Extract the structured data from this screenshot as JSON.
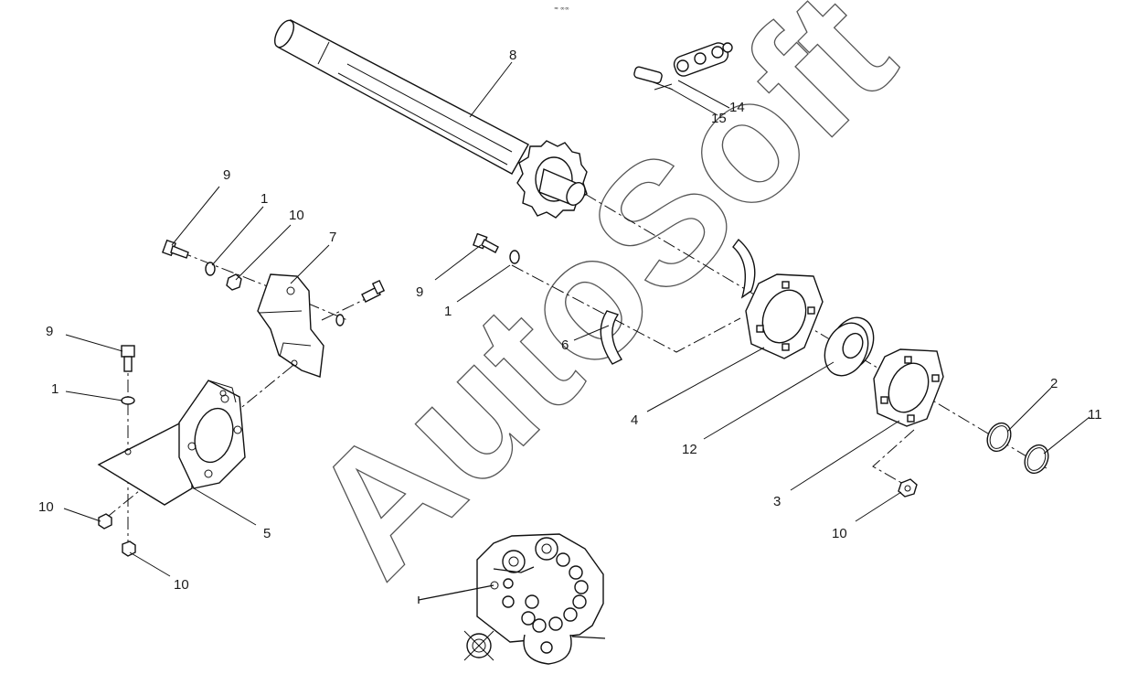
{
  "top_note": "≈ ∞∞",
  "watermark": "AutoSoft",
  "callouts": [
    {
      "id": "c8",
      "label": "8"
    },
    {
      "id": "c14",
      "label": "14"
    },
    {
      "id": "c15",
      "label": "15"
    },
    {
      "id": "c9a",
      "label": "9"
    },
    {
      "id": "c1a",
      "label": "1"
    },
    {
      "id": "c10a",
      "label": "10"
    },
    {
      "id": "c7",
      "label": "7"
    },
    {
      "id": "c9b",
      "label": "9"
    },
    {
      "id": "c1b",
      "label": "1"
    },
    {
      "id": "c9c",
      "label": "9"
    },
    {
      "id": "c1c",
      "label": "1"
    },
    {
      "id": "c6",
      "label": "6"
    },
    {
      "id": "c4",
      "label": "4"
    },
    {
      "id": "c12",
      "label": "12"
    },
    {
      "id": "c2",
      "label": "2"
    },
    {
      "id": "c11",
      "label": "11"
    },
    {
      "id": "c3",
      "label": "3"
    },
    {
      "id": "c10b",
      "label": "10"
    },
    {
      "id": "c10c",
      "label": "10"
    },
    {
      "id": "c5",
      "label": "5"
    },
    {
      "id": "c10d",
      "label": "10"
    }
  ]
}
